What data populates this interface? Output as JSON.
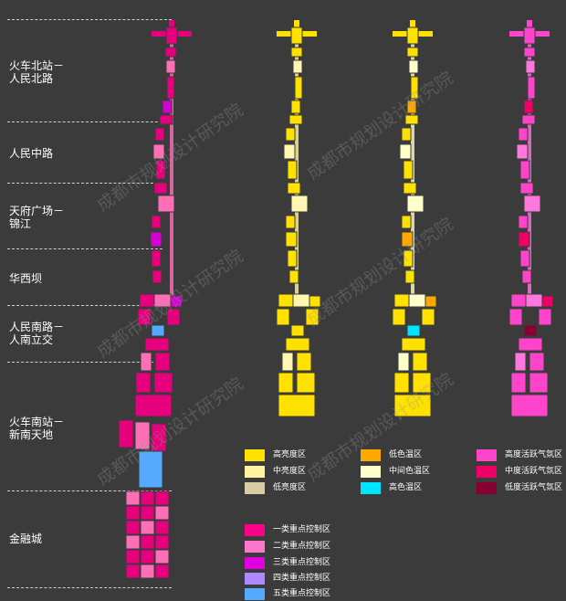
{
  "sections": [
    {
      "label": "火车北站－\n人民北路"
    },
    {
      "label": "人民中路"
    },
    {
      "label": "天府广场－\n锦江"
    },
    {
      "label": "华西坝"
    },
    {
      "label": "人民南路－\n人南立交"
    },
    {
      "label": "火车南站－\n新南天地"
    },
    {
      "label": "金融城"
    }
  ],
  "watermark": "成都市规划设计研究院",
  "maps": [
    {
      "name": "control-zone-map",
      "primary": "#e6007e",
      "secondary": "#ff6fb8",
      "accent": "#d400d4",
      "edge": "#55aaff"
    },
    {
      "name": "brightness-map",
      "primary": "#ffe100",
      "secondary": "#fff7b0",
      "accent": "#ffe100",
      "edge": "#ffe100"
    },
    {
      "name": "color-temperature-map",
      "primary": "#ffe100",
      "secondary": "#ffffcc",
      "accent": "#ffa800",
      "edge": "#00e5ff"
    },
    {
      "name": "activity-map",
      "primary": "#ff44cc",
      "secondary": "#ff77dd",
      "accent": "#ee0066",
      "edge": "#880033"
    }
  ],
  "legends": {
    "brightness": [
      {
        "label": "高亮度区",
        "color": "#ffe100"
      },
      {
        "label": "中亮度区",
        "color": "#fff3a0"
      },
      {
        "label": "低亮度区",
        "color": "#d8cda4"
      }
    ],
    "color_temperature": [
      {
        "label": "低色温区",
        "color": "#ffa800"
      },
      {
        "label": "中间色温区",
        "color": "#ffffcc"
      },
      {
        "label": "高色温区",
        "color": "#00e5ff"
      }
    ],
    "activity": [
      {
        "label": "高度活跃气氛区",
        "color": "#ff44cc"
      },
      {
        "label": "中度活跃气氛区",
        "color": "#ee0066"
      },
      {
        "label": "低度活跃气氛区",
        "color": "#880033"
      }
    ],
    "control": [
      {
        "label": "一类重点控制区",
        "color": "#ff0088"
      },
      {
        "label": "二类重点控制区",
        "color": "#ff77cc"
      },
      {
        "label": "三类重点控制区",
        "color": "#e000e0"
      },
      {
        "label": "四类重点控制区",
        "color": "#b088ff"
      },
      {
        "label": "五类重点控制区",
        "color": "#55aaff"
      }
    ]
  }
}
